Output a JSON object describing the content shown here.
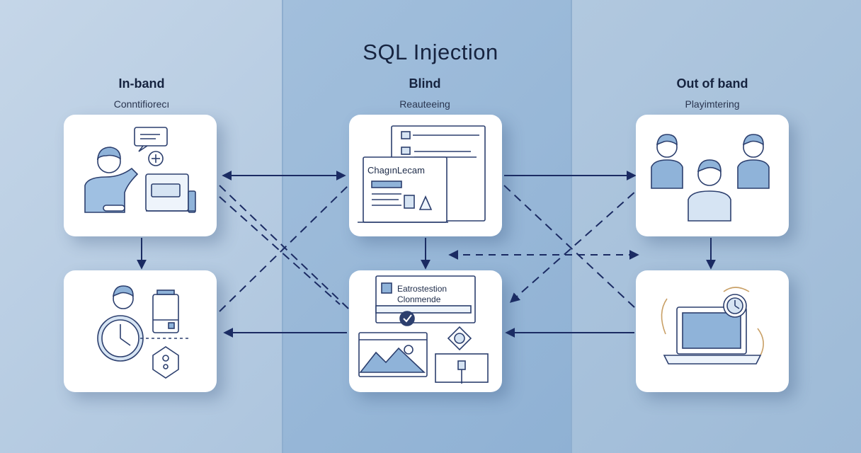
{
  "diagram": {
    "title": "SQL Injection",
    "columns": [
      {
        "heading": "In-band",
        "subheading": "Conntifiorecı"
      },
      {
        "heading": "Blind",
        "subheading": "Reauteeing"
      },
      {
        "heading": "Out of band",
        "subheading": "Playimtering"
      }
    ],
    "cards": {
      "blind_top_label": "ChagınLecam",
      "blind_bottom_label_1": "Eatrostestion",
      "blind_bottom_label_2": "Clonmende"
    }
  },
  "colors": {
    "arrow": "#1b2b63",
    "icon_stroke": "#2c3f6e",
    "icon_fill": "#8fb3d9",
    "card": "#ffffff"
  }
}
